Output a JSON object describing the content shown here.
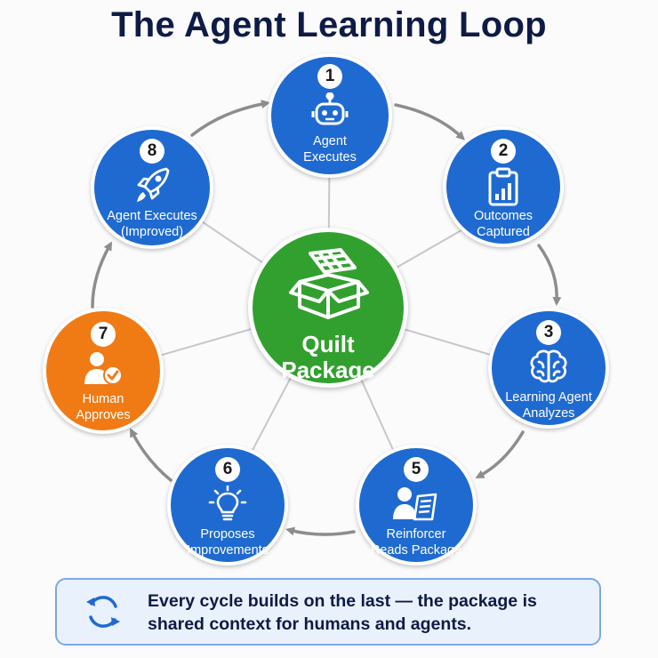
{
  "title": "The Agent Learning Loop",
  "colors": {
    "step_blue": "#1f6ad1",
    "human_orange": "#f07a14",
    "center_green": "#32a02f",
    "arrow_gray": "#8d8d8d",
    "connector_gray": "#c7c7c7",
    "title_navy": "#0e1b45"
  },
  "center": {
    "lines": [
      "Quilt",
      "Package"
    ],
    "icon": "package-box-icon"
  },
  "steps": [
    {
      "number": "1",
      "lines": [
        "Agent",
        "Executes"
      ],
      "icon": "robot-icon",
      "color": "blue"
    },
    {
      "number": "2",
      "lines": [
        "Outcomes",
        "Captured"
      ],
      "icon": "clipboard-chart-icon",
      "color": "blue"
    },
    {
      "number": "3",
      "lines": [
        "Learning Agent",
        "Analyzes"
      ],
      "icon": "brain-icon",
      "color": "blue"
    },
    {
      "number": "5",
      "lines": [
        "Reinforcer",
        "Reads Package"
      ],
      "icon": "person-document-icon",
      "color": "blue"
    },
    {
      "number": "6",
      "lines": [
        "Proposes",
        "Improvements"
      ],
      "icon": "lightbulb-icon",
      "color": "blue"
    },
    {
      "number": "7",
      "lines": [
        "Human",
        "Approves"
      ],
      "icon": "person-check-icon",
      "color": "orange"
    },
    {
      "number": "8",
      "lines": [
        "Agent Executes",
        "(Improved)"
      ],
      "icon": "rocket-icon",
      "color": "blue"
    }
  ],
  "footer": {
    "icon": "cycle-arrows-icon",
    "lines": [
      "Every cycle builds on the last — the package is",
      "shared context for humans and agents."
    ]
  }
}
